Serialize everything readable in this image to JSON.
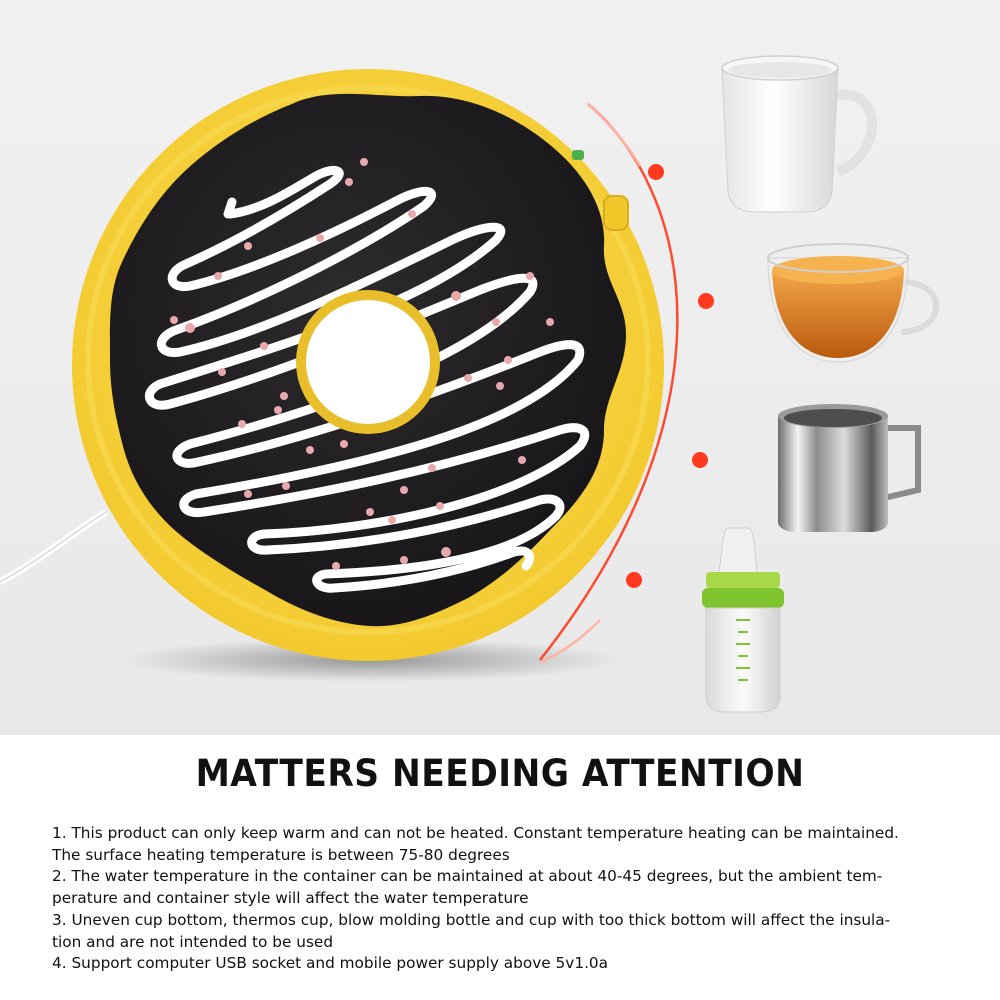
{
  "colors": {
    "background": "#ececec",
    "donut_base": "#f4d23a",
    "donut_glaze": "#1c1a1c",
    "icing": "#ffffff",
    "sprinkle": "#e8a9ae",
    "arc": "#ff3a1e",
    "text": "#111111"
  },
  "hero": {
    "product": "donut-cup-warmer",
    "items": [
      "ceramic-mug",
      "tea-cup",
      "steel-cup",
      "baby-bottle"
    ]
  },
  "notes": {
    "title": "MATTERS NEEDING ATTENTION",
    "lines": [
      "1. This product can only keep warm and can not be heated. Constant temperature heating can be maintained.",
      "The surface heating temperature is between 75-80 degrees",
      "2. The water temperature in the container can be maintained at about 40-45 degrees, but the ambient tem-",
      "perature and container style will affect the water temperature",
      "3. Uneven cup bottom, thermos cup, blow molding bottle and cup with too thick bottom will affect the insula-",
      "tion and are not intended to be used",
      "4. Support computer USB socket and mobile power supply above 5v1.0a"
    ]
  }
}
